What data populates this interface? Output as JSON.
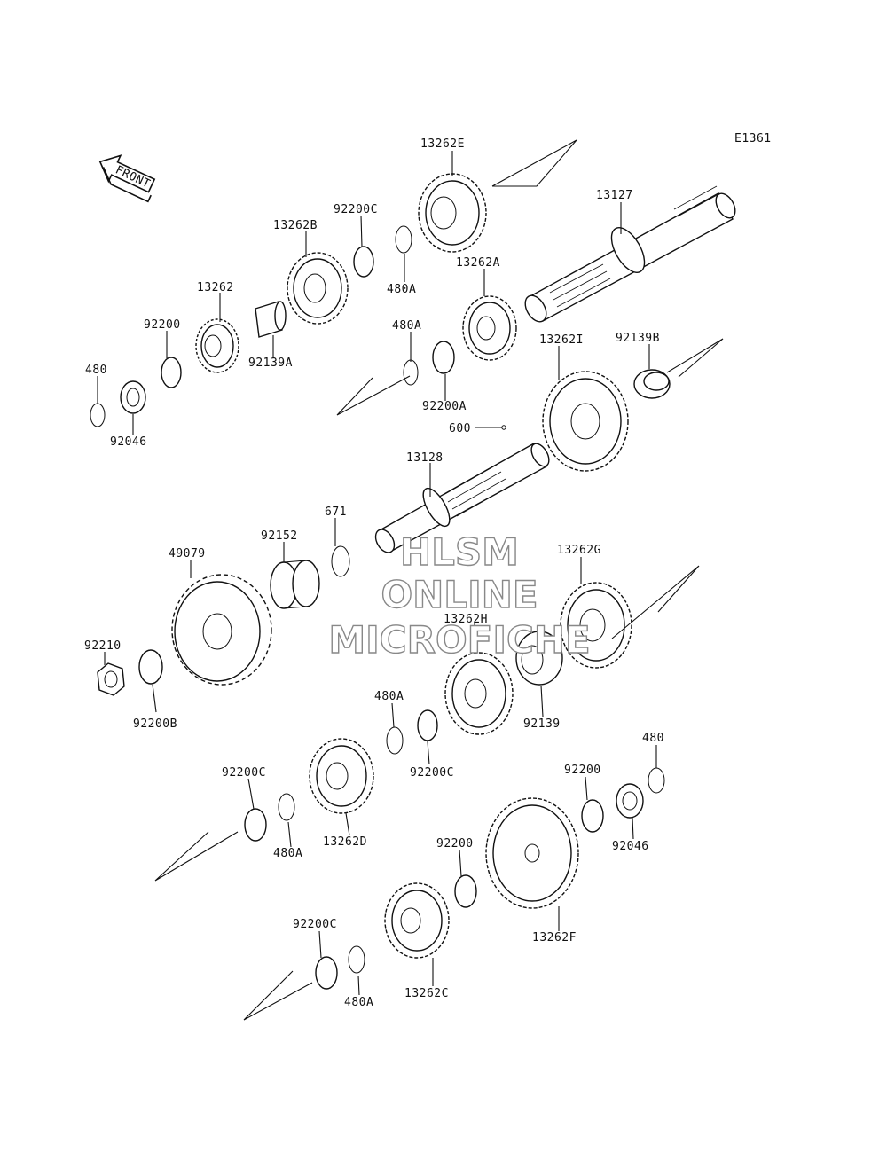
{
  "diagram_code": "E1361",
  "front_label": "FRONT",
  "watermark": {
    "line1": "HLSM",
    "line2": "ONLINE",
    "line3": "MICROFICHE"
  },
  "parts": [
    "13262E",
    "13127",
    "92200C",
    "13262B",
    "480A",
    "13262",
    "13262A",
    "92200",
    "92139A",
    "480A",
    "480",
    "92200A",
    "92046",
    "13262I",
    "92139B",
    "600",
    "13128",
    "671",
    "92152",
    "49079",
    "13262G",
    "92210",
    "13262H",
    "92200B",
    "480A",
    "92139",
    "92200C",
    "480",
    "92200C",
    "92200",
    "480A",
    "13262D",
    "92046",
    "92200",
    "13262F",
    "92200C",
    "480A",
    "13262C"
  ]
}
